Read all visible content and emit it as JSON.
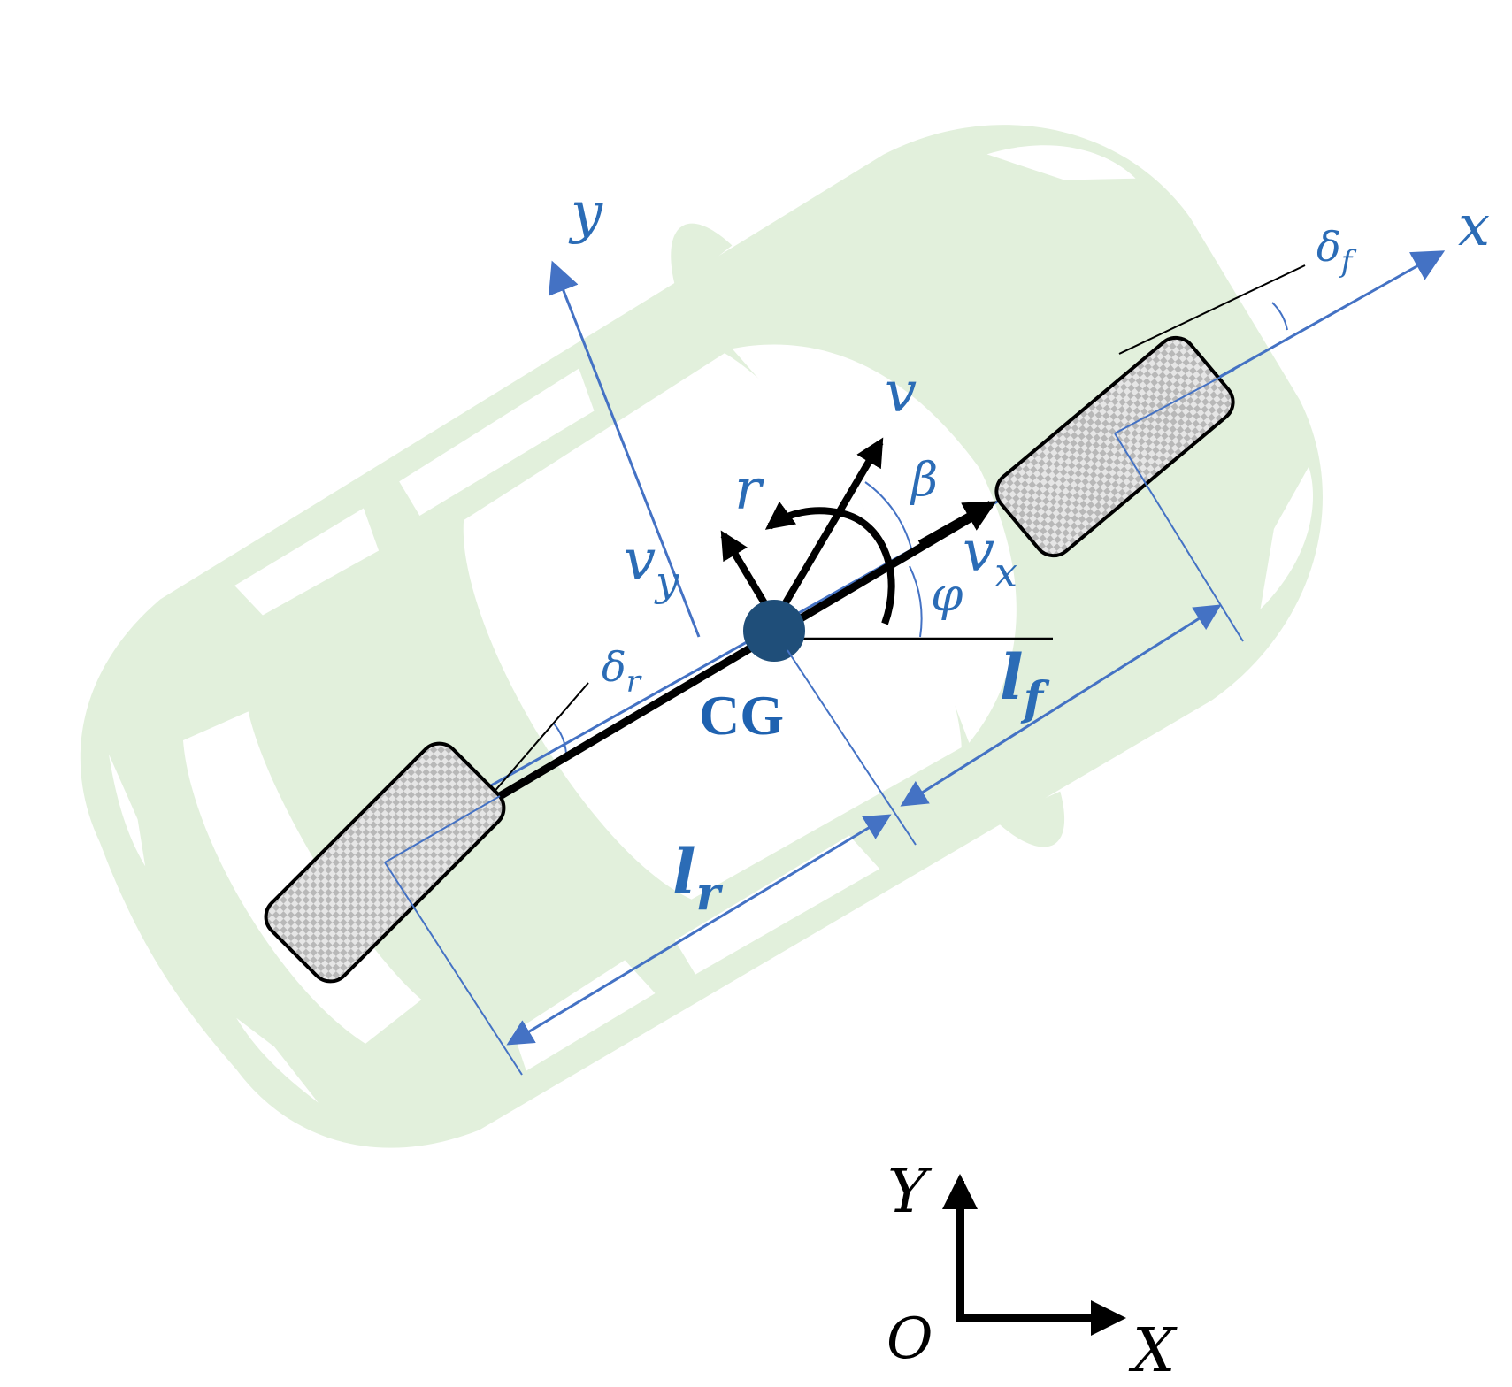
{
  "labels": {
    "x_axis": "x",
    "y_axis": "y",
    "delta_f": "δ",
    "delta_f_sub": "f",
    "delta_r": "δ",
    "delta_r_sub": "r",
    "v": "v",
    "beta": "β",
    "r": "r",
    "vy": "v",
    "vy_sub": "y",
    "vx": "v",
    "vx_sub": "x",
    "phi": "φ",
    "cg": "CG",
    "lf": "l",
    "lf_sub": "f",
    "lr": "l",
    "lr_sub": "r",
    "global_x": "X",
    "global_y": "Y",
    "origin": "O"
  },
  "colors": {
    "car_body": "#e2f0dc",
    "car_windows": "#ffffff",
    "axis_blue": "#4472c4",
    "label_blue": "#2b6cb6",
    "cg_dot": "#1f4e79",
    "vector_black": "#000000",
    "wheel_fill_a": "#e6e6e6",
    "wheel_fill_b": "#b8b8b8"
  },
  "icons": {
    "car": "car-top-view-silhouette",
    "wheel": "tire-checkered-icon",
    "cg": "center-of-gravity-dot"
  }
}
